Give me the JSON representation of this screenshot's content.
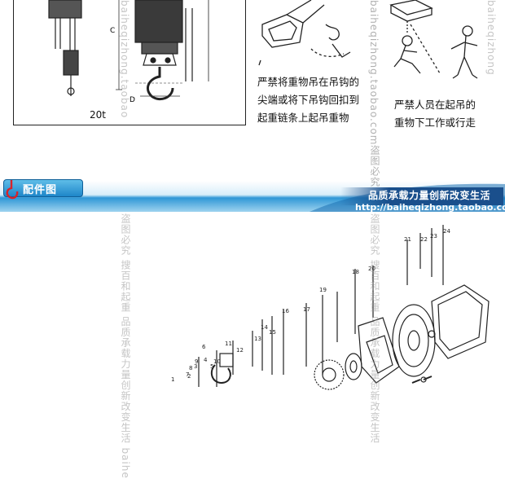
{
  "dimension_drawing": {
    "model_label": "20t",
    "dim_letters": [
      "C",
      "D"
    ]
  },
  "warnings": [
    "严禁将重物吊在吊钩的尖端或将下吊钩回扣到起重链条上起吊重物",
    "严禁人员在起吊的重物下工作或行走"
  ],
  "banner": {
    "section_title": "配件图",
    "slogan": "品质承载力量创新改变生活",
    "url": "http://baiheqizhong.taobao.com"
  },
  "watermarks": {
    "left_column": "盗图必究 搜百和起重 品质承载力量创新改变生活 baihe",
    "left_top": "baiheqizhong.taobao",
    "middle_top": "baiheqizhong.taobao.com",
    "middle_right_top": "盗图必究",
    "right_column": "盗图必究 搜百和起重 品质承载力量创新改变生活",
    "right_top": "baiheqizhong"
  },
  "part_numbers": [
    "1",
    "2",
    "3",
    "4",
    "5",
    "6",
    "7",
    "8",
    "9",
    "10",
    "11",
    "12",
    "13",
    "14",
    "15",
    "16",
    "17",
    "18",
    "19",
    "20",
    "21",
    "22",
    "23",
    "24"
  ],
  "colors": {
    "banner_light": "#d8eefa",
    "banner_blue": "#1e86c9",
    "slogan_bar": "#1a4f8c"
  }
}
